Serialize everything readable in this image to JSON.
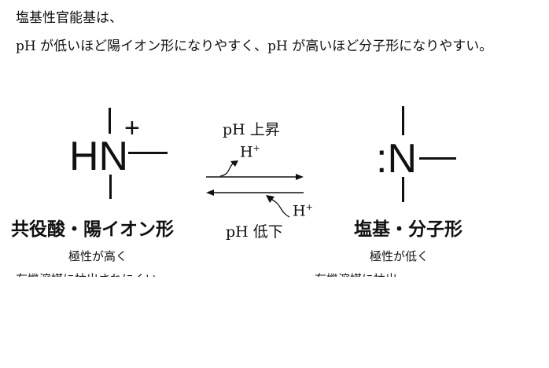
{
  "intro": {
    "line1": "塩基性官能基は、",
    "line2": "pH が低いほど陽イオン形になりやすく、pH が高いほど分子形になりやすい。"
  },
  "acid": {
    "formula": "HN",
    "charge": "+",
    "label": "共役酸・陽イオン形",
    "polarity": "極性が高く",
    "extraction": "有機溶媒に抽出されにくい"
  },
  "base": {
    "formula": ":N",
    "label": "塩基・分子形",
    "polarity": "極性が低く",
    "extraction": "有機溶媒に抽出"
  },
  "equilibrium": {
    "forward_label": "pH 上昇",
    "forward_species": "H+",
    "reverse_label": "pH 低下",
    "reverse_species": "H+"
  }
}
